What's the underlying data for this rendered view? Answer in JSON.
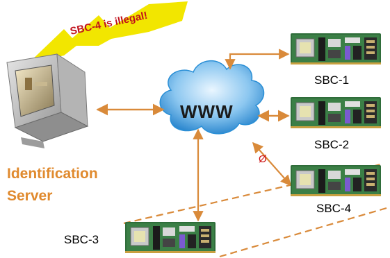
{
  "callout": {
    "text": "SBC-4 is illegal!"
  },
  "server": {
    "label_line1": "Identification",
    "label_line2": "Server"
  },
  "cloud": {
    "label": "WWW"
  },
  "boards": {
    "sbc1": "SBC-1",
    "sbc2": "SBC-2",
    "sbc3": "SBC-3",
    "sbc4": "SBC-4"
  },
  "blocked_link": {
    "symbol": "Ø"
  },
  "colors": {
    "arrow": "#d98a3a",
    "label_orange": "#e08a2e",
    "callout_fill": "#f2e600",
    "callout_text": "#c0101a",
    "cloud_light": "#b9ddf6",
    "cloud_dark": "#2a8fd6",
    "board_green": "#2f6d3a",
    "blocked_red": "#cc1010"
  },
  "icons": [
    "computer-monitor-icon",
    "cloud-icon",
    "circuit-board-icon"
  ]
}
